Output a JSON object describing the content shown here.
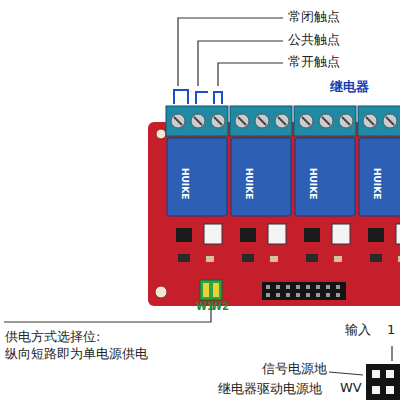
{
  "diagram": {
    "labels": [
      "常闭触点",
      "公共触点",
      "常开触点",
      "继电器",
      "HUIKE",
      "HUIKE",
      "HUIKE",
      "HUIKE",
      "W1",
      "W2",
      "供电方式选择位:",
      "纵向短路即为单电源供电",
      "输入",
      "1",
      "信号电源地",
      "继电器驱动电源地",
      "WV"
    ]
  }
}
